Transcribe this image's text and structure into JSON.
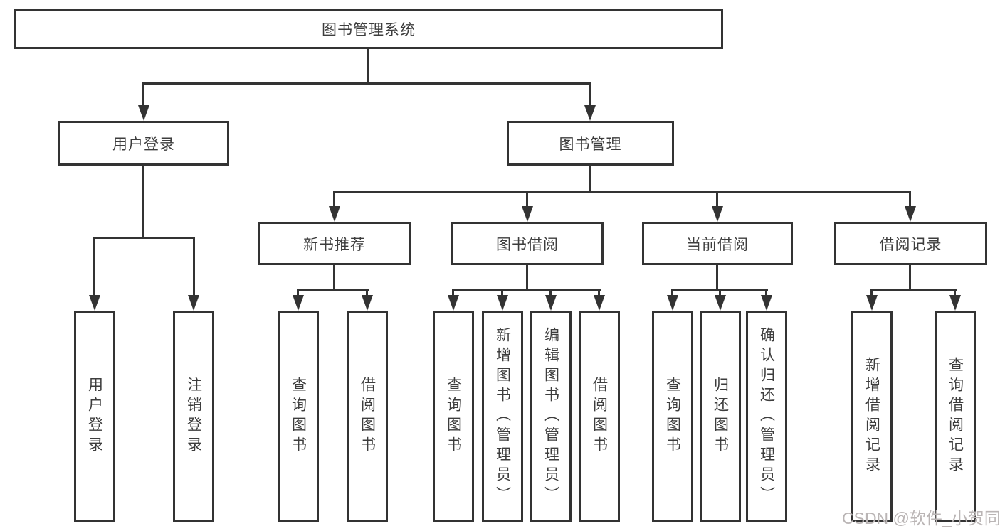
{
  "diagram_type": "hierarchy-tree",
  "tree": {
    "label": "图书管理系统",
    "children": [
      {
        "label": "用户登录",
        "children": [
          {
            "label": "用户登录"
          },
          {
            "label": "注销登录"
          }
        ]
      },
      {
        "label": "图书管理",
        "children": [
          {
            "label": "新书推荐",
            "children": [
              {
                "label": "查询图书"
              },
              {
                "label": "借阅图书"
              }
            ]
          },
          {
            "label": "图书借阅",
            "children": [
              {
                "label": "查询图书"
              },
              {
                "label": "新增图书（管理员）"
              },
              {
                "label": "编辑图书（管理员）"
              },
              {
                "label": "借阅图书"
              }
            ]
          },
          {
            "label": "当前借阅",
            "children": [
              {
                "label": "查询图书"
              },
              {
                "label": "归还图书"
              },
              {
                "label": "确认归还（管理员）"
              }
            ]
          },
          {
            "label": "借阅记录",
            "children": [
              {
                "label": "新增借阅记录"
              },
              {
                "label": "查询借阅记录"
              }
            ]
          }
        ]
      }
    ]
  },
  "watermark": {
    "text": "CSDN @软件_小贺同学"
  },
  "colors": {
    "line": "#333333",
    "box_border": "#333333",
    "box_fill": "#ffffff",
    "text": "#3d3d3d",
    "watermark": "#bab5b5",
    "background": "#ffffff"
  }
}
